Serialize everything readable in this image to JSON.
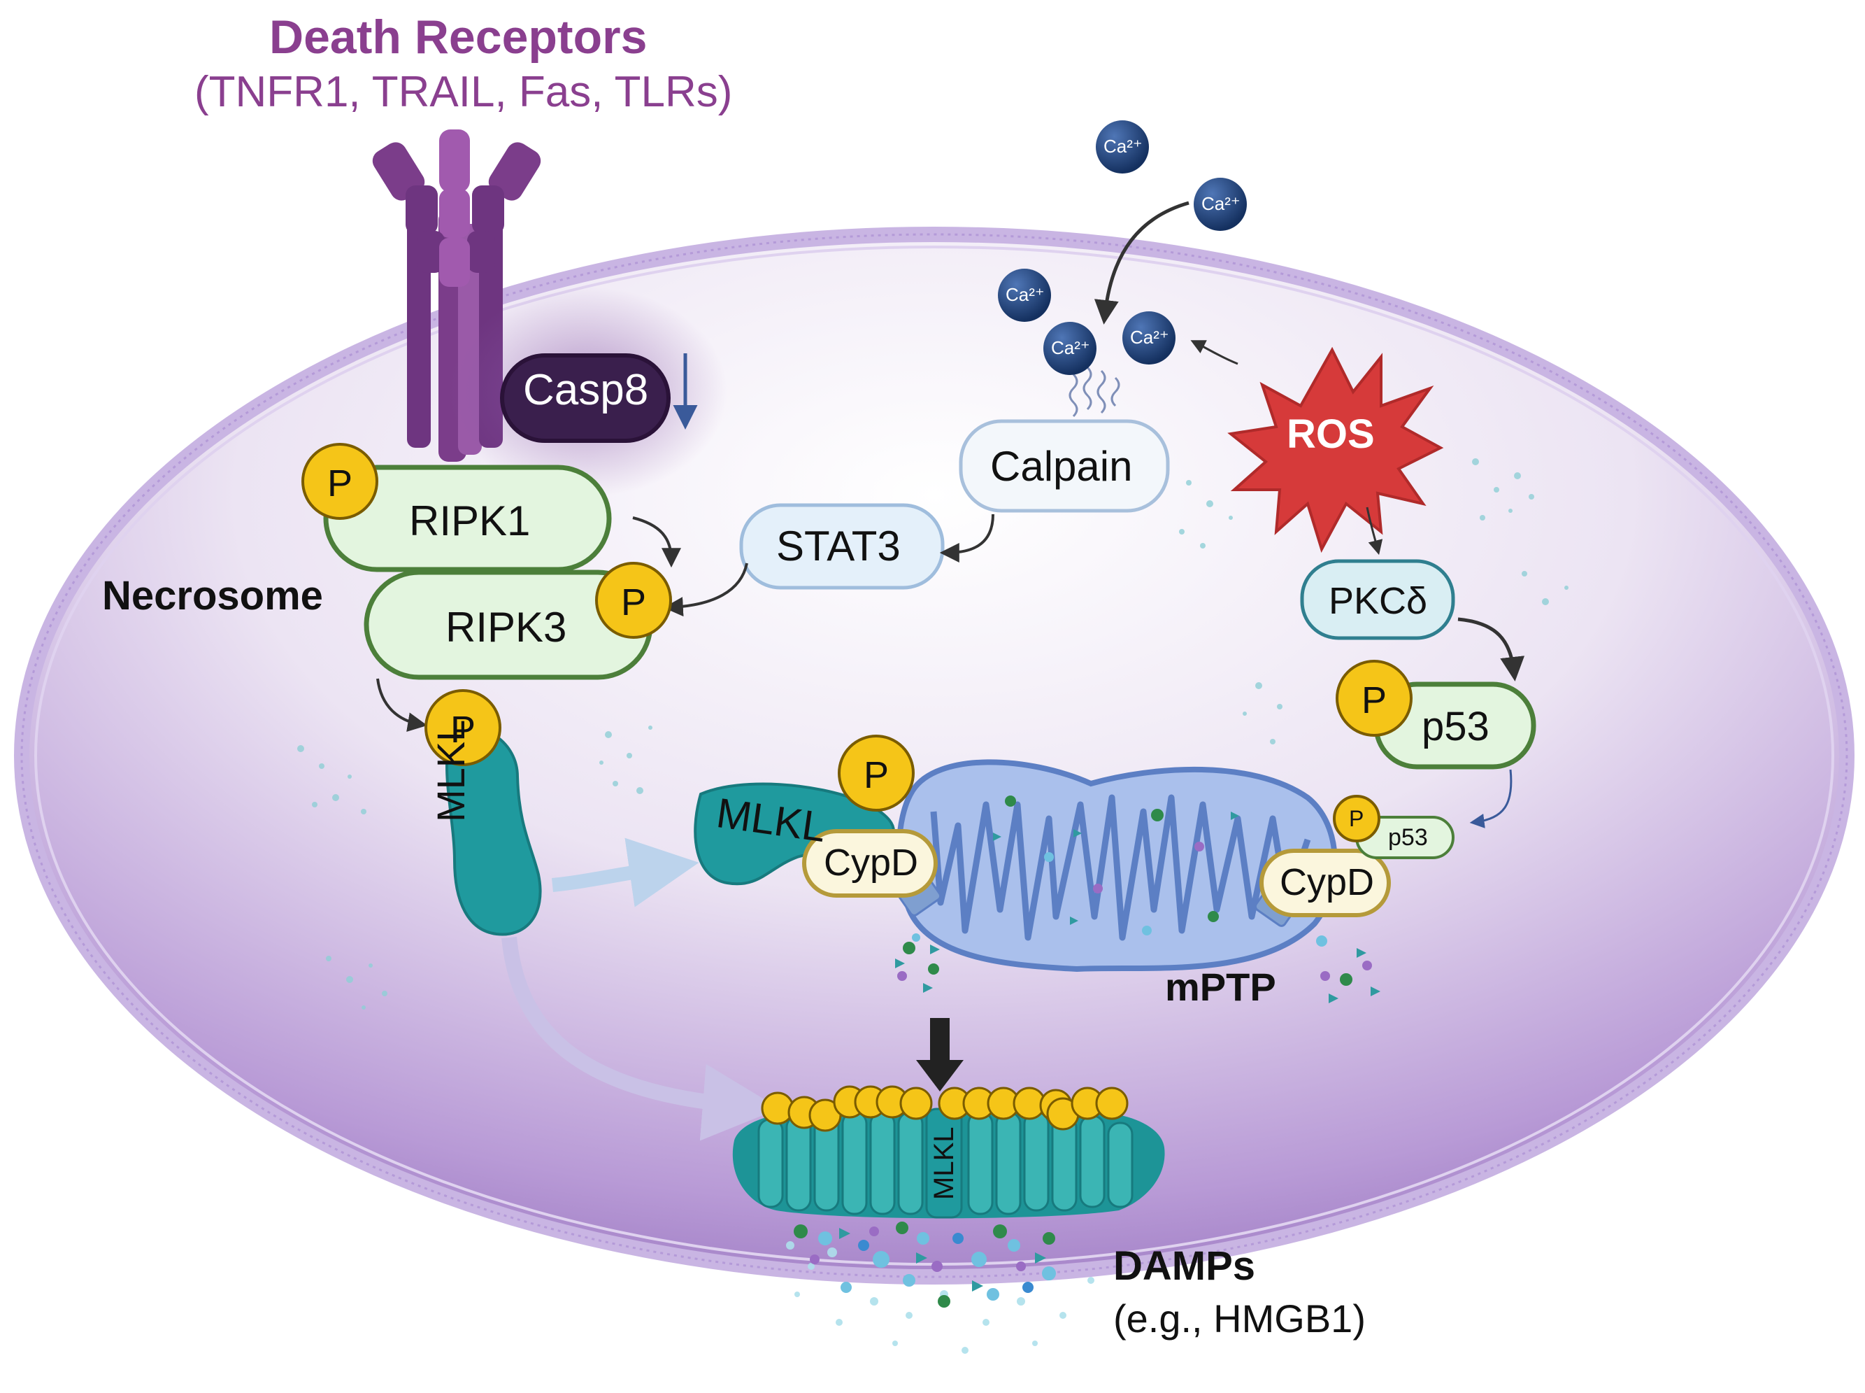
{
  "receptor": {
    "title": "Death Receptors",
    "subtitle": "(TNFR1, TRAIL, Fas, TLRs)"
  },
  "complexes": {
    "necrosome": "Necrosome",
    "mptp": "mPTP",
    "damps": "DAMPs",
    "damps_example": "(e.g., HMGB1)"
  },
  "proteins": {
    "casp8": "Casp8",
    "casp8_trend": "↓",
    "ripk1": "RIPK1",
    "ripk3": "RIPK3",
    "mlkl": "MLKL",
    "calpain": "Calpain",
    "stat3": "STAT3",
    "ros": "ROS",
    "pkcd": "PKCδ",
    "p53": "p53",
    "cypd": "CypD"
  },
  "ions": {
    "calcium": "Ca²⁺"
  },
  "phospho": "P",
  "colors": {
    "receptor": "#8a3f8f",
    "casp8": "#3a1f4d",
    "green_protein": "#e3f5df",
    "green_border": "#4c7f3a",
    "light_blue_protein": "#e4f0fa",
    "teal": "#1f9a9e",
    "phospho": "#f5c518",
    "mito": "#5c7fc4",
    "ros": "#cc3838",
    "calcium": "#1f3f7a",
    "cell": "#9b7ec4"
  }
}
